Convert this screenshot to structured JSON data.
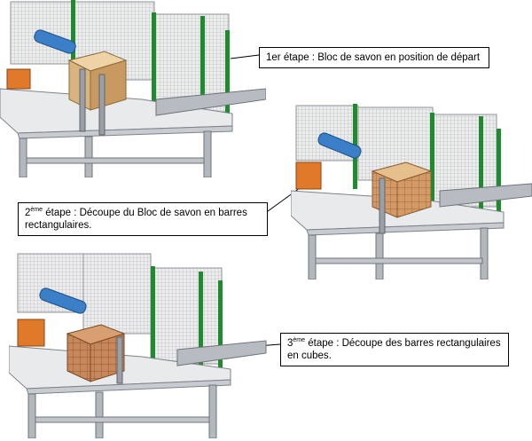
{
  "figure": {
    "steps": [
      {
        "num": "1",
        "sup": "er",
        "text": " étape : Bloc de savon en position de départ"
      },
      {
        "num": "2",
        "sup": "ème",
        "text": " étape : Découpe du Bloc de savon en barres rectangulaires."
      },
      {
        "num": "3",
        "sup": "ème",
        "text": " étape : Découpe des barres rectangulaires en cubes."
      }
    ],
    "colors": {
      "frame": "#9aa0a6",
      "mesh": "#b7bcc2",
      "post": "#1f8a2e",
      "cylinder": "#3a7fc8",
      "soap_block": "#d9b47e",
      "soap_cube": "#c8875a",
      "orange_part": "#e07a2a"
    }
  }
}
